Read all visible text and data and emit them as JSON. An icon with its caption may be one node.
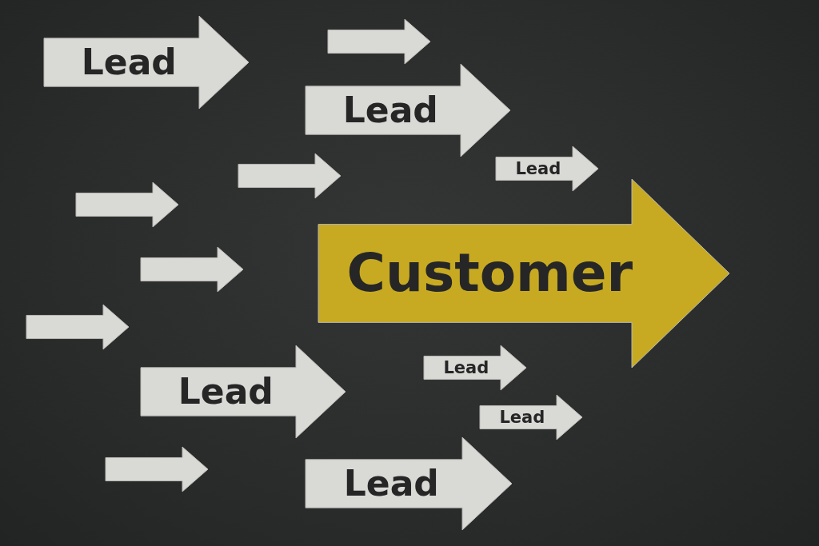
{
  "diagram": {
    "nodes": [
      {
        "text": [
          "Lead"
        ]
      },
      {
        "text": [],
        "shape": "arrow"
      },
      {
        "text": [
          "Lead"
        ]
      },
      {
        "text": [
          "Lead"
        ]
      },
      {
        "text": [],
        "shape": "arrow"
      },
      {
        "text": [],
        "shape": "arrow"
      },
      {
        "text": [
          "Customer"
        ]
      },
      {
        "text": [],
        "shape": "arrow"
      },
      {
        "text": [],
        "shape": "arrow"
      },
      {
        "text": [
          "Lead"
        ]
      },
      {
        "text": [
          "Lead"
        ]
      },
      {
        "text": [
          "Lead"
        ]
      },
      {
        "text": [],
        "shape": "arrow"
      },
      {
        "text": [
          "Lead"
        ]
      }
    ]
  }
}
